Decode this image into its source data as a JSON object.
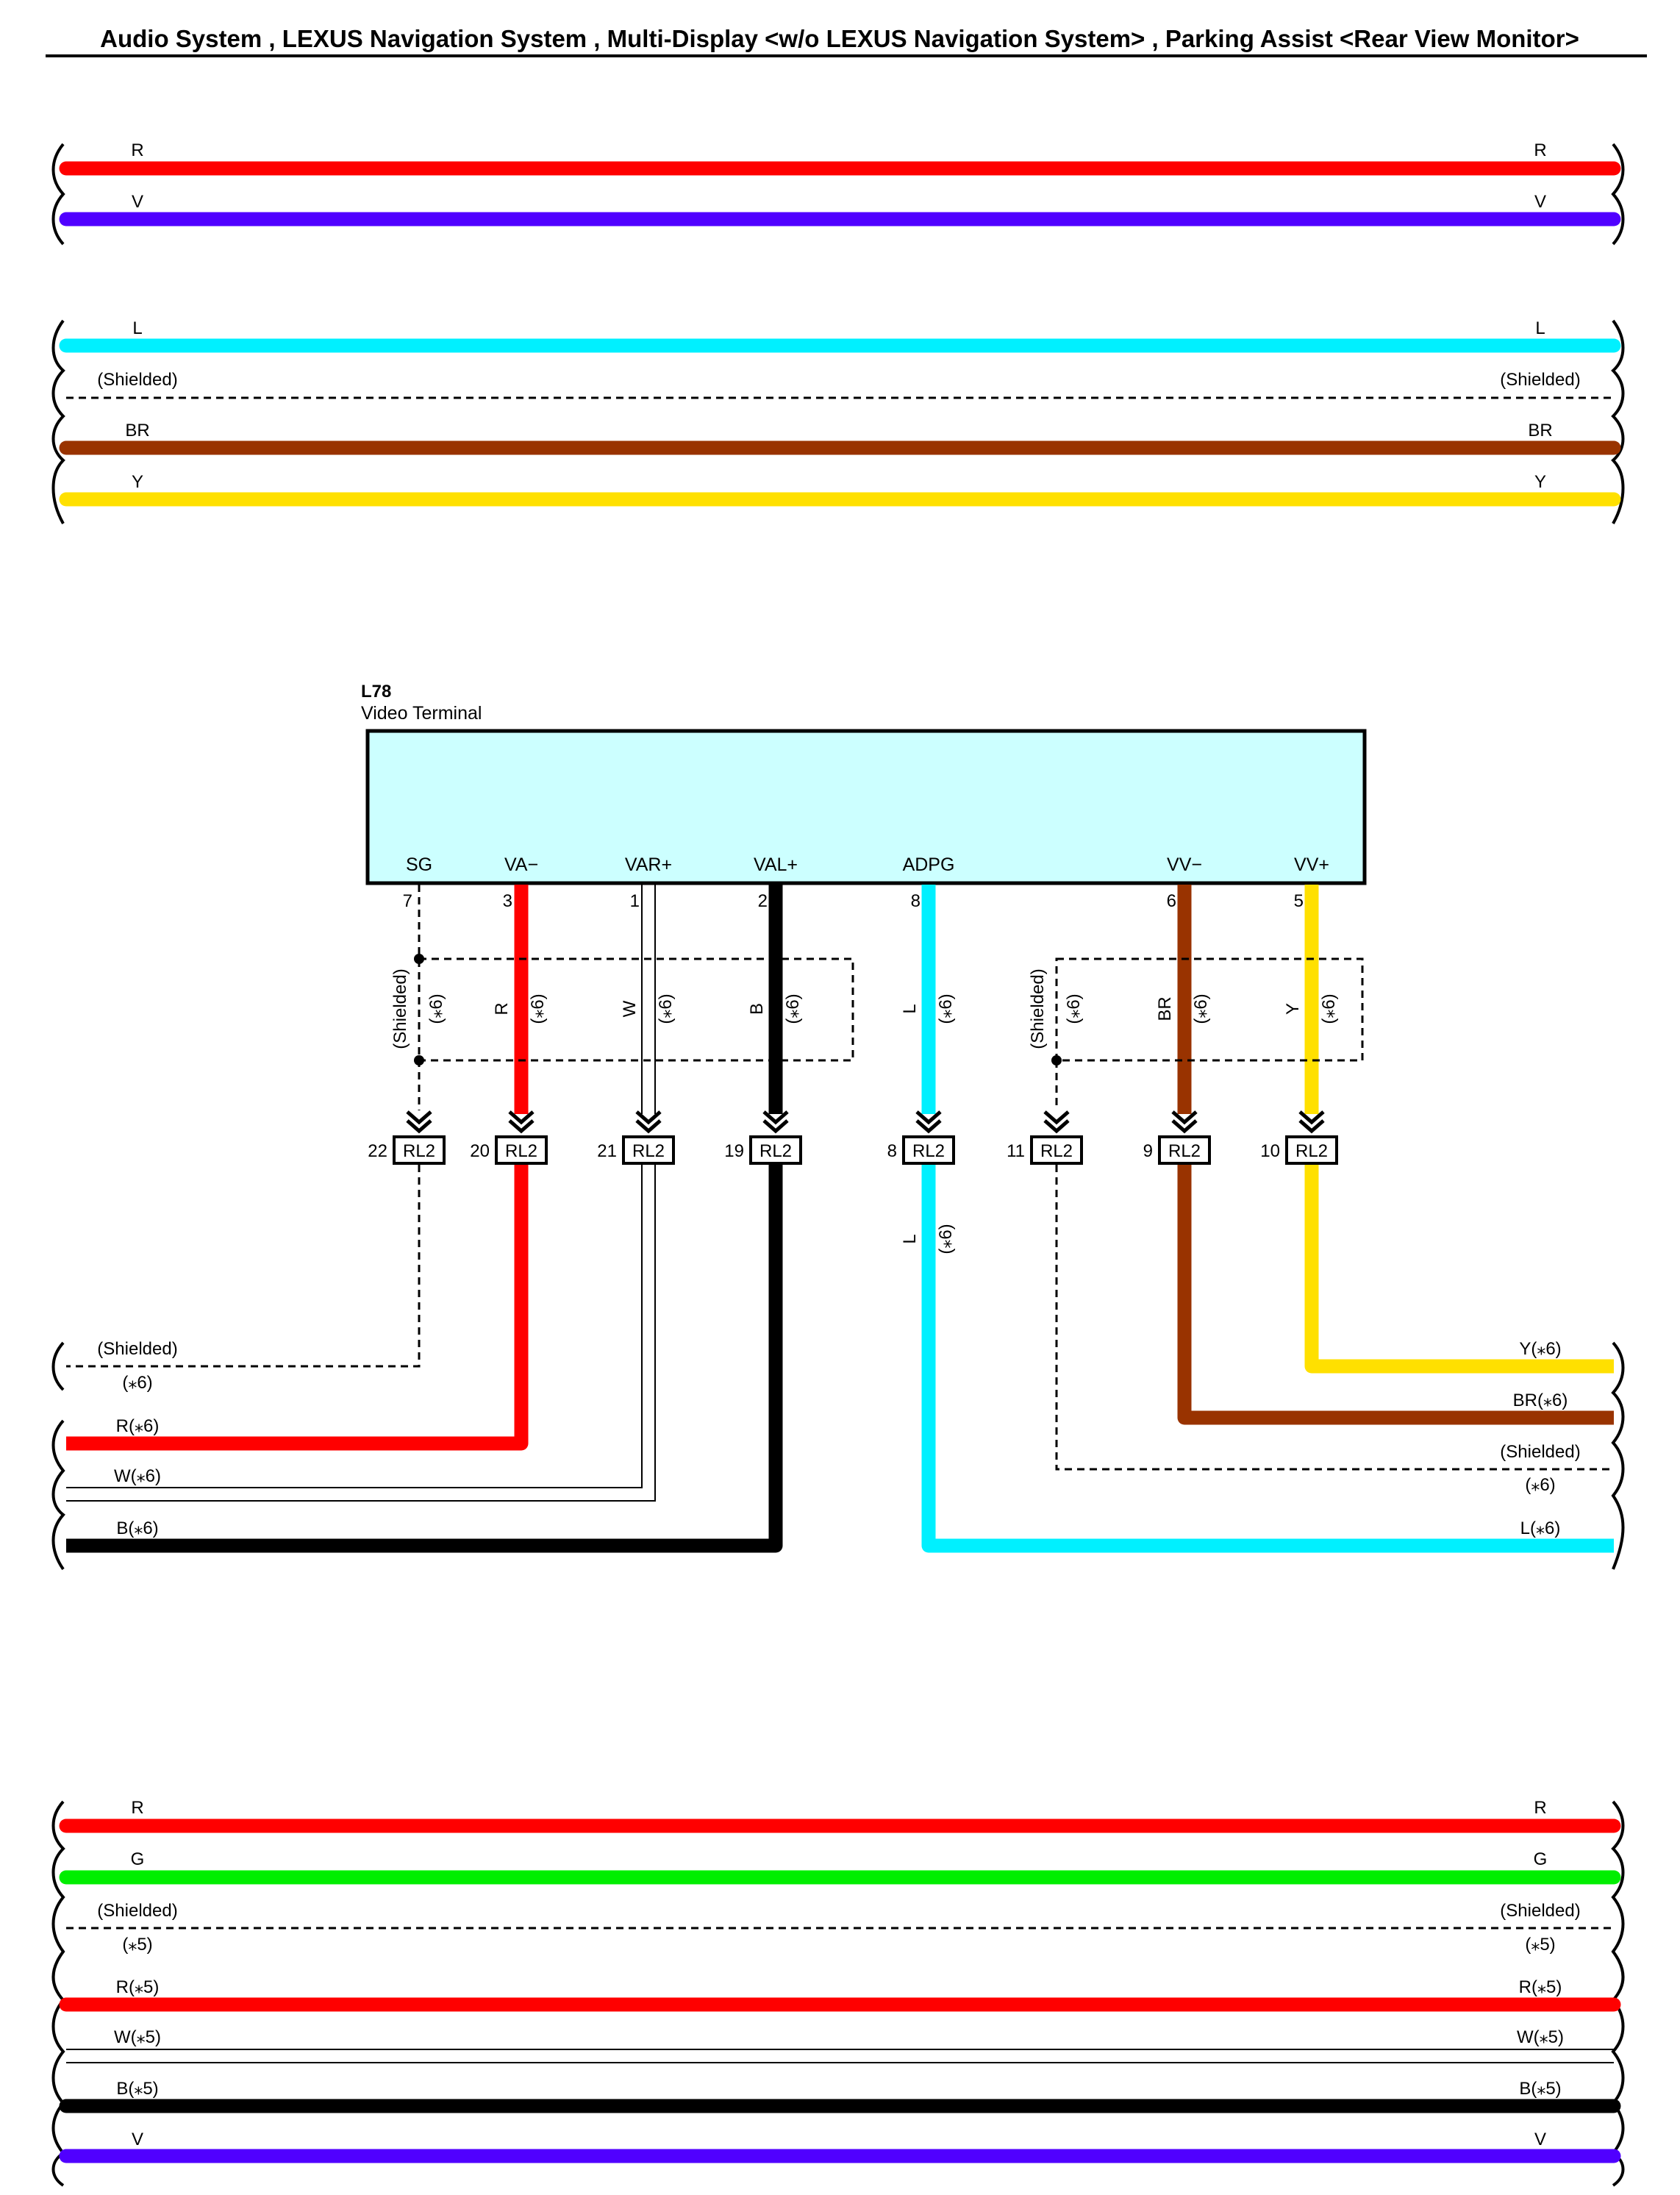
{
  "title": "Audio System , LEXUS Navigation System , Multi-Display <w/o LEXUS Navigation System> , Parking Assist <Rear View Monitor>",
  "colors": {
    "R": "#ff0000",
    "V": "#5000ff",
    "L": "#00f0ff",
    "BR": "#993300",
    "Y": "#ffe000",
    "G": "#00ee00",
    "B": "#000000",
    "W": "#ffffff",
    "terminal_fill": "#ccffff"
  },
  "top_group_1": [
    {
      "left": "R",
      "right": "R",
      "color": "R"
    },
    {
      "left": "V",
      "right": "V",
      "color": "V"
    }
  ],
  "top_group_2": [
    {
      "left": "L",
      "right": "L",
      "color": "L"
    },
    {
      "left": "(Shielded)",
      "right": "(Shielded)",
      "color": "shielded"
    },
    {
      "left": "BR",
      "right": "BR",
      "color": "BR"
    },
    {
      "left": "Y",
      "right": "Y",
      "color": "Y"
    }
  ],
  "component": {
    "code": "L78",
    "name": "Video Terminal",
    "terminals": [
      {
        "name": "SG",
        "pin": "7"
      },
      {
        "name": "VA−",
        "pin": "3"
      },
      {
        "name": "VAR+",
        "pin": "1"
      },
      {
        "name": "VAL+",
        "pin": "2"
      },
      {
        "name": "ADPG",
        "pin": "8"
      },
      {
        "name": "VV−",
        "pin": "6"
      },
      {
        "name": "VV+",
        "pin": "5"
      }
    ]
  },
  "wire_labels": {
    "shielded": "(Shielded)",
    "R": "R",
    "W": "W",
    "B": "B",
    "L": "L",
    "BR": "BR",
    "Y": "Y",
    "note6": "(⁎6)"
  },
  "connector_name": "RL2",
  "connectors": [
    {
      "pin": "22"
    },
    {
      "pin": "20"
    },
    {
      "pin": "21"
    },
    {
      "pin": "19"
    },
    {
      "pin": "8"
    },
    {
      "pin": "11"
    },
    {
      "pin": "9"
    },
    {
      "pin": "10"
    }
  ],
  "lower_left": [
    {
      "label": "(Shielded)",
      "note": "(⁎6)"
    },
    {
      "label": "R(⁎6)"
    },
    {
      "label": "W(⁎6)"
    },
    {
      "label": "B(⁎6)"
    }
  ],
  "lower_right": [
    {
      "label": "Y(⁎6)"
    },
    {
      "label": "BR(⁎6)"
    },
    {
      "label": "(Shielded)",
      "note": "(⁎6)"
    },
    {
      "label": "L(⁎6)"
    }
  ],
  "bottom_group": [
    {
      "left": "R",
      "right": "R",
      "color": "R"
    },
    {
      "left": "G",
      "right": "G",
      "color": "G"
    },
    {
      "left": "(Shielded)",
      "right": "(Shielded)",
      "color": "shielded",
      "left_note": "(⁎5)",
      "right_note": "(⁎5)"
    },
    {
      "left": "R(⁎5)",
      "right": "R(⁎5)",
      "color": "R"
    },
    {
      "left": "W(⁎5)",
      "right": "W(⁎5)",
      "color": "W"
    },
    {
      "left": "B(⁎5)",
      "right": "B(⁎5)",
      "color": "B"
    },
    {
      "left": "V",
      "right": "V",
      "color": "V"
    }
  ]
}
